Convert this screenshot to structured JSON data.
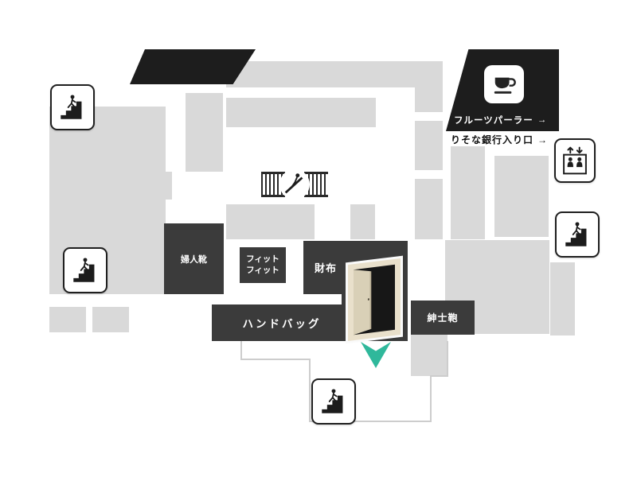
{
  "colors": {
    "floor_gray": "#d9d9d9",
    "shop_dark": "#3b3b3b",
    "wall_black": "#1d1d1d",
    "accent_teal": "#2fb89b",
    "door_cream": "#e9e0cb"
  },
  "areas": {
    "womens_shoes": "婦人靴",
    "fitfit_line1": "フィット",
    "fitfit_line2": "フィット",
    "wallets": "財布",
    "handbags": "ハンドバッグ",
    "mens_bags": "紳士鞄"
  },
  "annotations": {
    "fruit_parlour": "フルーツパーラー",
    "fruit_parlour_arrow": "→",
    "bank_entrance": "りそな銀行入り口",
    "bank_entrance_arrow": "→"
  },
  "icons": {
    "stairs": "stairs-icon",
    "elevator": "elevator-icon",
    "escalator": "escalator-icon",
    "coffee_cup": "coffee-cup-icon",
    "location_pin": "location-pin-icon",
    "door": "door-illustration"
  }
}
